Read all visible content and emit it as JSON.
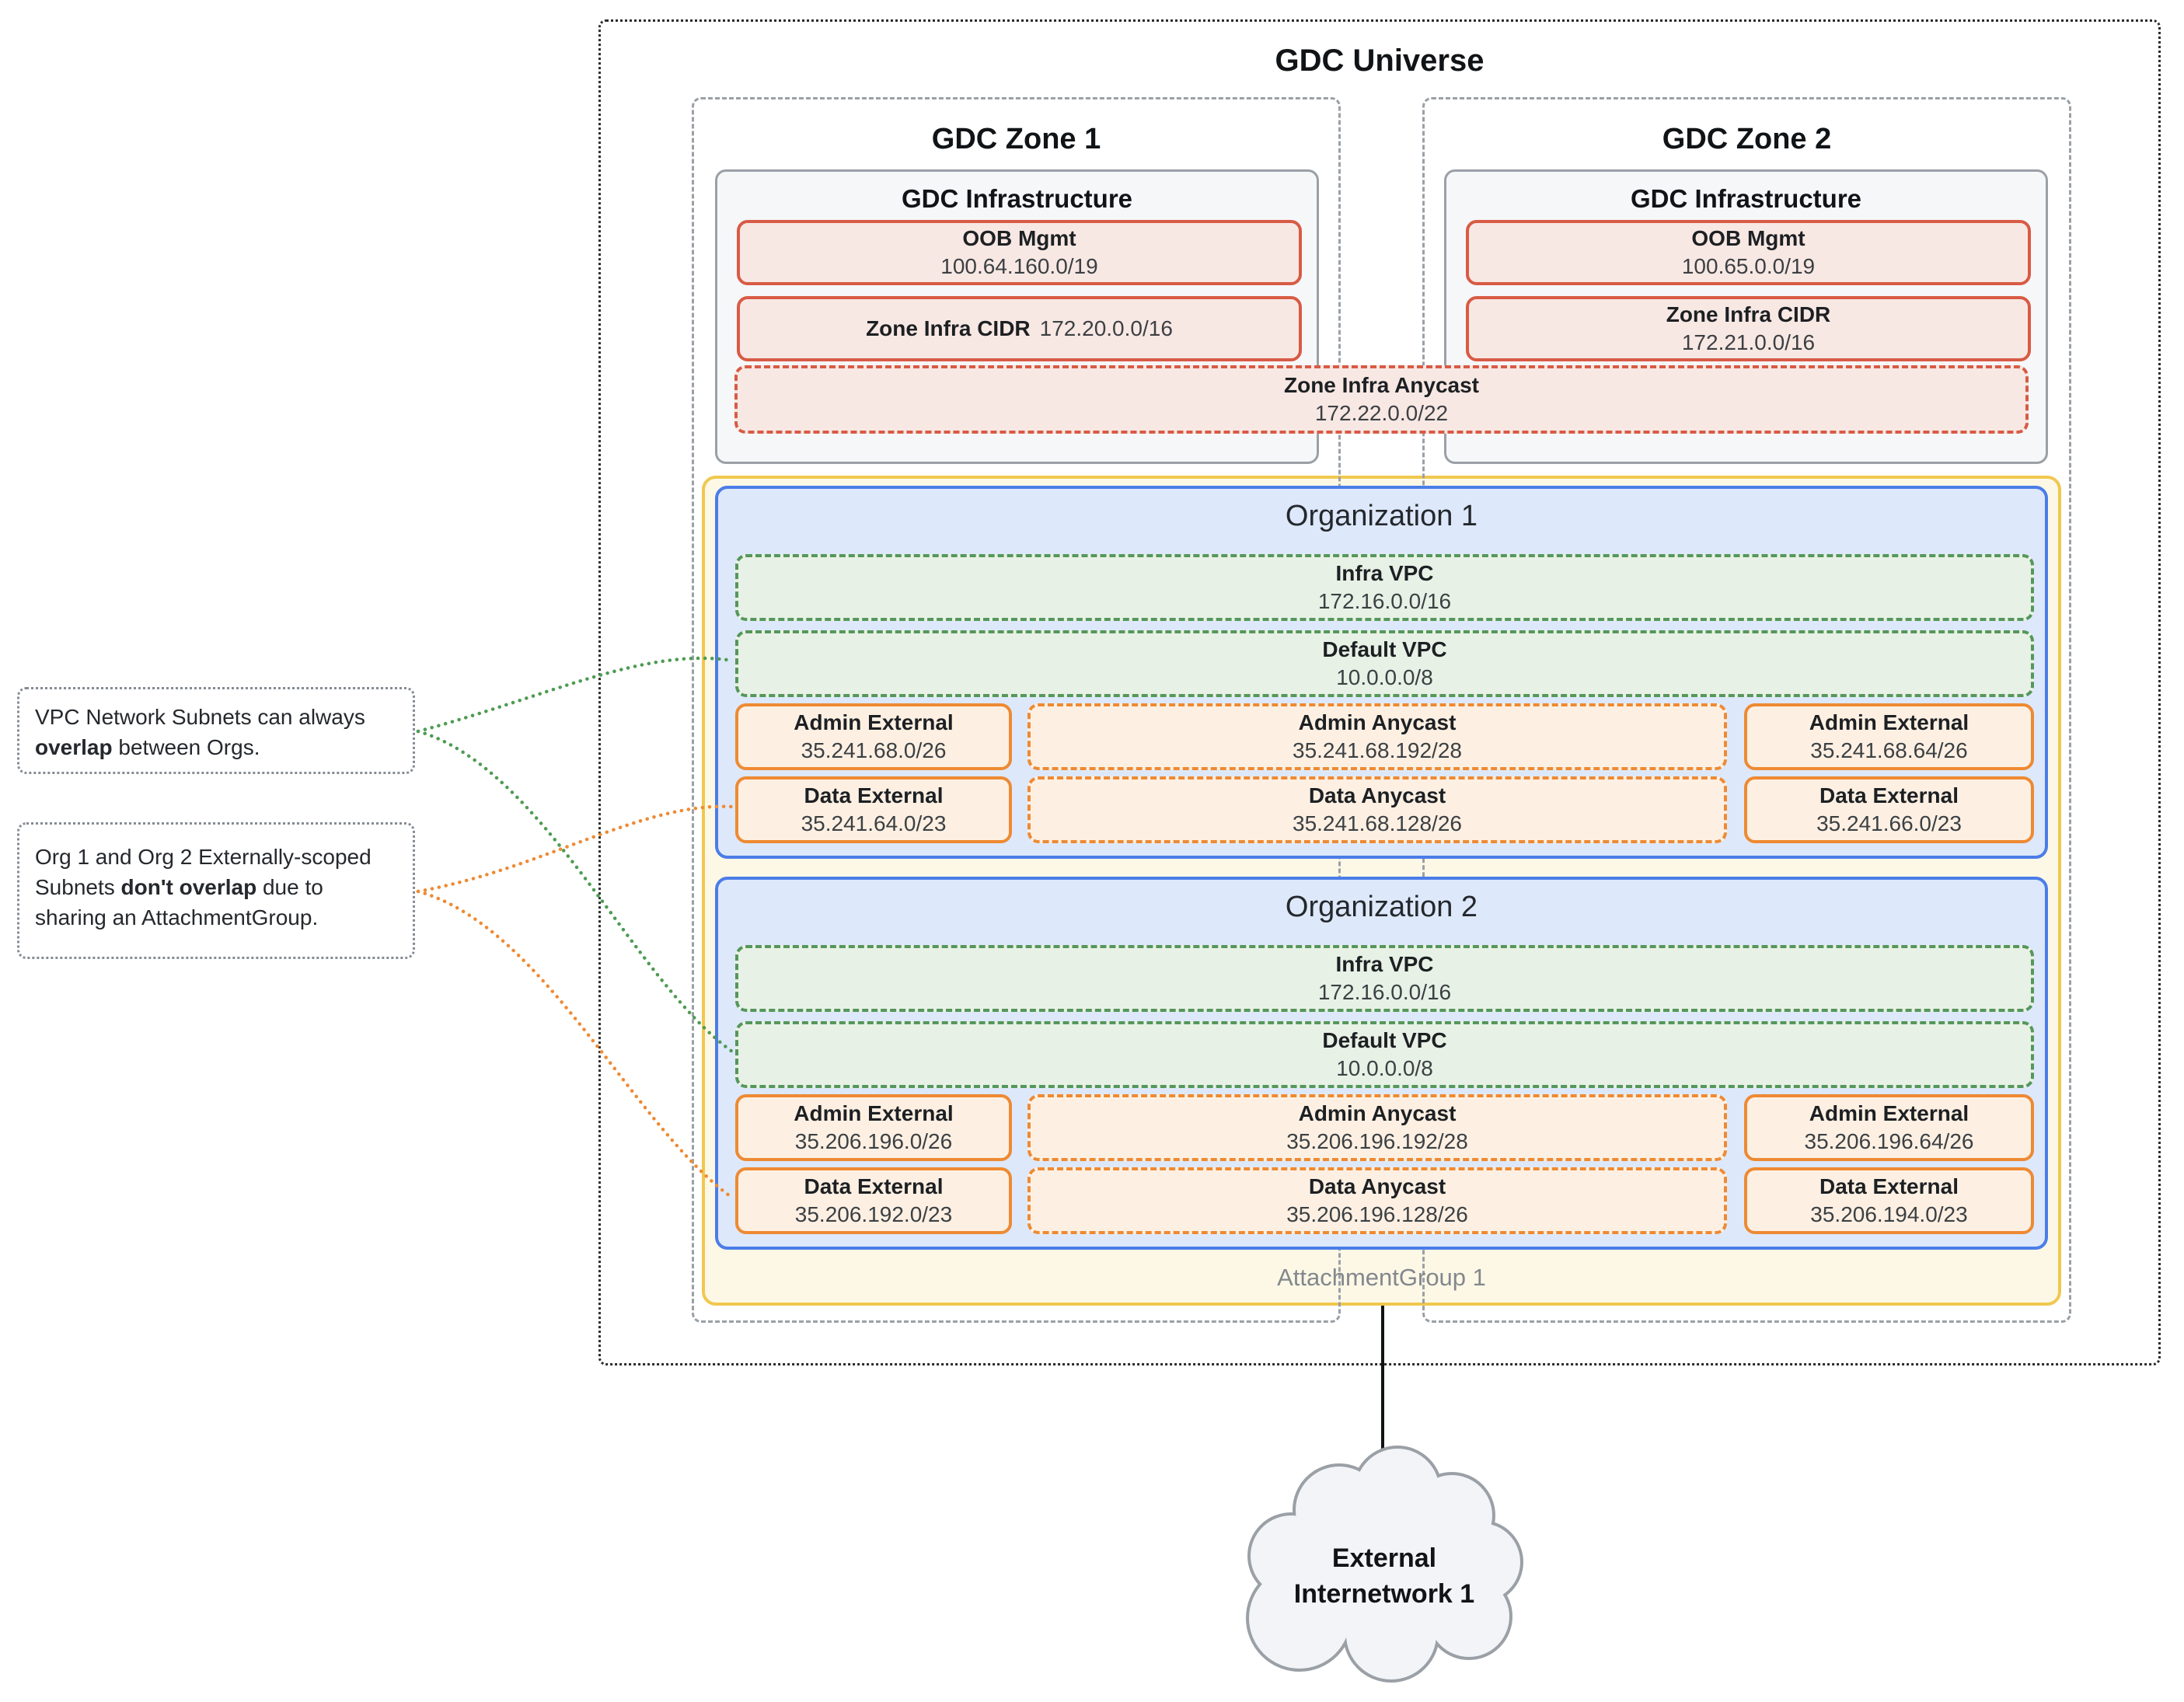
{
  "universe": {
    "title": "GDC Universe"
  },
  "zones": [
    {
      "title": "GDC Zone 1",
      "infrastructure": {
        "title": "GDC Infrastructure"
      },
      "oob": {
        "label": "OOB Mgmt",
        "cidr": "100.64.160.0/19"
      },
      "infra_cidr": {
        "label": "Zone Infra CIDR",
        "cidr": "172.20.0.0/16"
      }
    },
    {
      "title": "GDC Zone 2",
      "infrastructure": {
        "title": "GDC Infrastructure"
      },
      "oob": {
        "label": "OOB Mgmt",
        "cidr": "100.65.0.0/19"
      },
      "infra_cidr": {
        "label": "Zone Infra CIDR",
        "cidr": "172.21.0.0/16"
      }
    }
  ],
  "anycast": {
    "label": "Zone Infra Anycast",
    "cidr": "172.22.0.0/22"
  },
  "attachment_group": {
    "label": "AttachmentGroup 1"
  },
  "organizations": [
    {
      "title": "Organization 1",
      "infra_vpc": {
        "label": "Infra VPC",
        "cidr": "172.16.0.0/16"
      },
      "default_vpc": {
        "label": "Default VPC",
        "cidr": "10.0.0.0/8"
      },
      "admin_external_left": {
        "label": "Admin External",
        "cidr": "35.241.68.0/26"
      },
      "admin_anycast": {
        "label": "Admin Anycast",
        "cidr": "35.241.68.192/28"
      },
      "admin_external_right": {
        "label": "Admin External",
        "cidr": "35.241.68.64/26"
      },
      "data_external_left": {
        "label": "Data External",
        "cidr": "35.241.64.0/23"
      },
      "data_anycast": {
        "label": "Data Anycast",
        "cidr": "35.241.68.128/26"
      },
      "data_external_right": {
        "label": "Data External",
        "cidr": "35.241.66.0/23"
      }
    },
    {
      "title": "Organization 2",
      "infra_vpc": {
        "label": "Infra VPC",
        "cidr": "172.16.0.0/16"
      },
      "default_vpc": {
        "label": "Default VPC",
        "cidr": "10.0.0.0/8"
      },
      "admin_external_left": {
        "label": "Admin External",
        "cidr": "35.206.196.0/26"
      },
      "admin_anycast": {
        "label": "Admin Anycast",
        "cidr": "35.206.196.192/28"
      },
      "admin_external_right": {
        "label": "Admin External",
        "cidr": "35.206.196.64/26"
      },
      "data_external_left": {
        "label": "Data External",
        "cidr": "35.206.192.0/23"
      },
      "data_anycast": {
        "label": "Data Anycast",
        "cidr": "35.206.196.128/26"
      },
      "data_external_right": {
        "label": "Data External",
        "cidr": "35.206.194.0/23"
      }
    }
  ],
  "annotations": [
    {
      "pre": "VPC Network Subnets can always ",
      "bold": "overlap",
      "post": " between Orgs."
    },
    {
      "pre": "Org 1 and Org 2 Externally-scoped Subnets ",
      "bold": "don't overlap",
      "post": " due to sharing an AttachmentGroup."
    }
  ],
  "external_network": {
    "line1": "External",
    "line2": "Internetwork 1"
  },
  "colors": {
    "universe_border": "#2a2a2a",
    "zone_border": "#9aa0a6",
    "infra_fill": "#f6f7f9",
    "red_border": "#d85b45",
    "red_fill": "#f8e8e4",
    "green_border": "#55975a",
    "green_fill": "#e8f1e6",
    "orange_border": "#ee8a33",
    "orange_fill": "#fdf0e3",
    "blue_border": "#4b7de8",
    "blue_fill": "#dde8fb",
    "yellow_border": "#f0c84f",
    "yellow_fill": "#fdf8e6",
    "attachment_label_text": "#83888d",
    "cloud_fill": "#f2f4f8",
    "cloud_border": "#9aa0a6"
  }
}
